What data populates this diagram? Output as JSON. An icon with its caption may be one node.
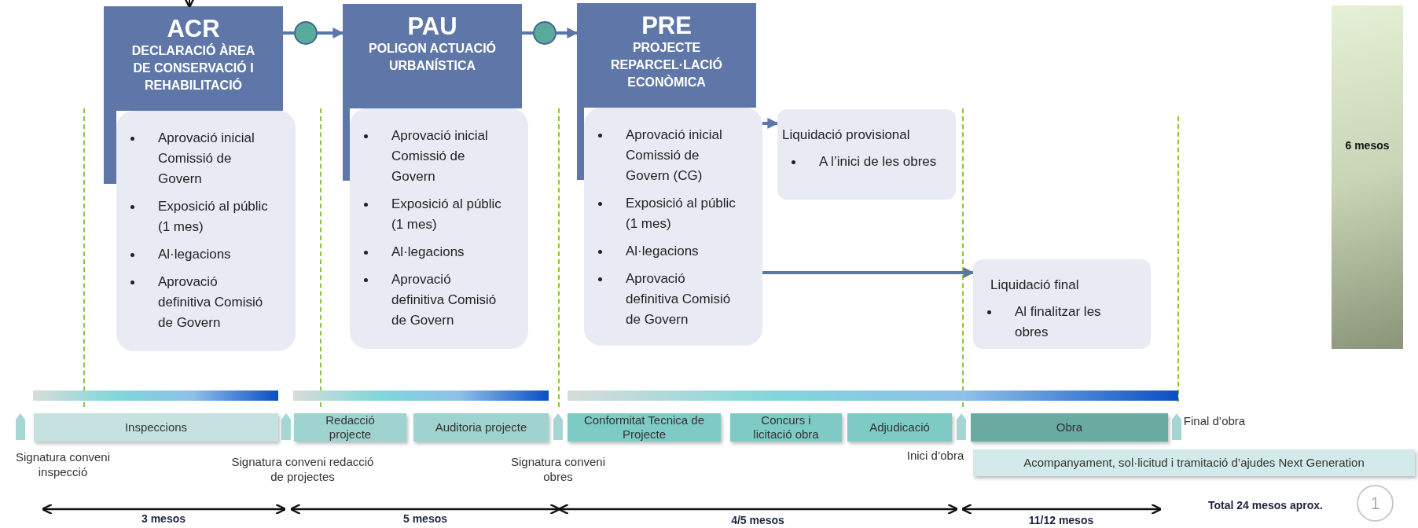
{
  "diagram": {
    "nodes": [
      {
        "text": [
          "ACR",
          "DECLARACIÓ ÀREA DE CONSERVACIÓ I REHABILITACIÓ"
        ]
      },
      {
        "text": [
          "Aprovació inicial Comissió de Govern",
          "Exposició al públic (1 mes)",
          "Al·legacions",
          "Aprovació definitiva Comisió de Govern"
        ]
      },
      {
        "text": [],
        "shape": "circle"
      },
      {
        "text": [
          "PAU",
          "POLIGON ACTUACIÓ URBANÍSTICA"
        ]
      },
      {
        "text": [
          "Aprovació inicial Comissió de Govern",
          "Exposició al públic (1 mes)",
          "Al·legacions",
          "Aprovació definitiva Comisió de Govern"
        ]
      },
      {
        "text": [],
        "shape": "circle"
      },
      {
        "text": [
          "PRE",
          "PROJECTE REPARCEL·LACIÓ ECONÒMICA"
        ]
      },
      {
        "text": [
          "Aprovació inicial Comissió de Govern (CG)",
          "Exposició al públic (1 mes)",
          "Al·legacions",
          "Aprovació definitiva Comisió de Govern"
        ]
      },
      {
        "text": [
          "Liquidació provisional",
          "A l’inici de les obres"
        ]
      },
      {
        "text": [
          "Liquidació final",
          "Al finalitzar les obres"
        ]
      },
      {
        "text": [
          "6 mesos"
        ]
      },
      {
        "text": [
          "Inspeccions"
        ]
      },
      {
        "text": [
          "Redacció projecte"
        ]
      },
      {
        "text": [
          "Auditoria projecte"
        ]
      },
      {
        "text": [
          "Conformitat Tecnica de Projecte"
        ]
      },
      {
        "text": [
          "Concurs i licitació obra"
        ]
      },
      {
        "text": [
          "Adjudicació"
        ]
      },
      {
        "text": [
          "Obra"
        ]
      },
      {
        "text": [
          "Acompanyament, sol·licitud i tramitació d’ajudes Next Generation"
        ]
      },
      {
        "text": [
          "1"
        ]
      }
    ],
    "edges": [
      {
        "from": null,
        "to": 0,
        "arrow": "to",
        "color": "#111111"
      },
      {
        "from": 0,
        "to": 2,
        "arrow": "none"
      },
      {
        "from": 2,
        "to": 3,
        "arrow": "to"
      },
      {
        "from": 3,
        "to": 5,
        "arrow": "none"
      },
      {
        "from": 5,
        "to": 6,
        "arrow": "to"
      },
      {
        "from": 7,
        "to": 8,
        "arrow": "to"
      },
      {
        "from": 7,
        "to": 9,
        "arrow": "to"
      }
    ],
    "labels": [
      "Final d’obra",
      "Signatura conveni inspecció",
      "Signatura conveni redacció de projectes",
      "Signatura conveni obres",
      "Inici d’obra",
      "3 mesos",
      "5 mesos",
      "4/5 mesos",
      "Total 24 mesos aprox.",
      "11/12 mesos"
    ]
  }
}
